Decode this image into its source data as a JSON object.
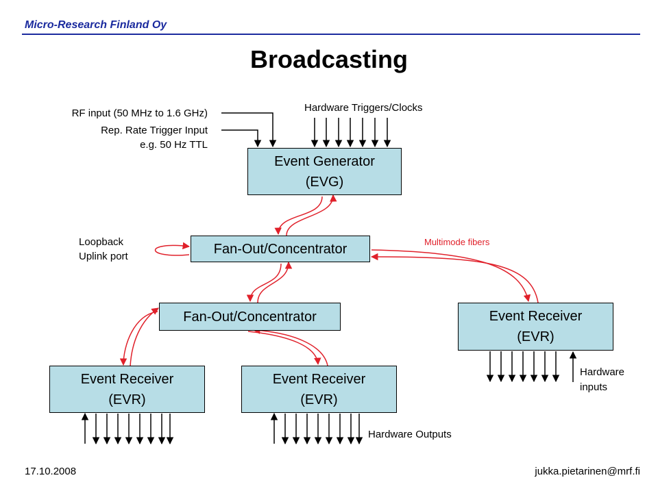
{
  "header": {
    "company": "Micro-Research Finland Oy",
    "title": "Broadcasting"
  },
  "inputs": {
    "rf_input": "RF input (50 MHz to 1.6 GHz)",
    "rep_rate_1": "Rep. Rate Trigger Input",
    "rep_rate_2": "e.g. 50 Hz TTL",
    "hw_triggers": "Hardware Triggers/Clocks"
  },
  "nodes": {
    "evg": {
      "line1": "Event Generator",
      "line2": "(EVG)"
    },
    "fanout_top": {
      "line1": "Fan-Out/Concentrator"
    },
    "fanout_mid": {
      "line1": "Fan-Out/Concentrator"
    },
    "evr_right": {
      "line1": "Event Receiver",
      "line2": "(EVR)"
    },
    "evr_left": {
      "line1": "Event Receiver",
      "line2": "(EVR)"
    },
    "evr_center": {
      "line1": "Event Receiver",
      "line2": "(EVR)"
    }
  },
  "labels": {
    "loopback_1": "Loopback",
    "loopback_2": "Uplink port",
    "fibers": "Multimode fibers",
    "hw_inputs_1": "Hardware",
    "hw_inputs_2": "inputs",
    "hw_outputs": "Hardware Outputs"
  },
  "colors": {
    "box_fill": "#b7dde6",
    "fiber": "#e0202a",
    "brand": "#1a2a9e"
  },
  "footer": {
    "date": "17.10.2008",
    "email": "jukka.pietarinen@mrf.fi"
  }
}
